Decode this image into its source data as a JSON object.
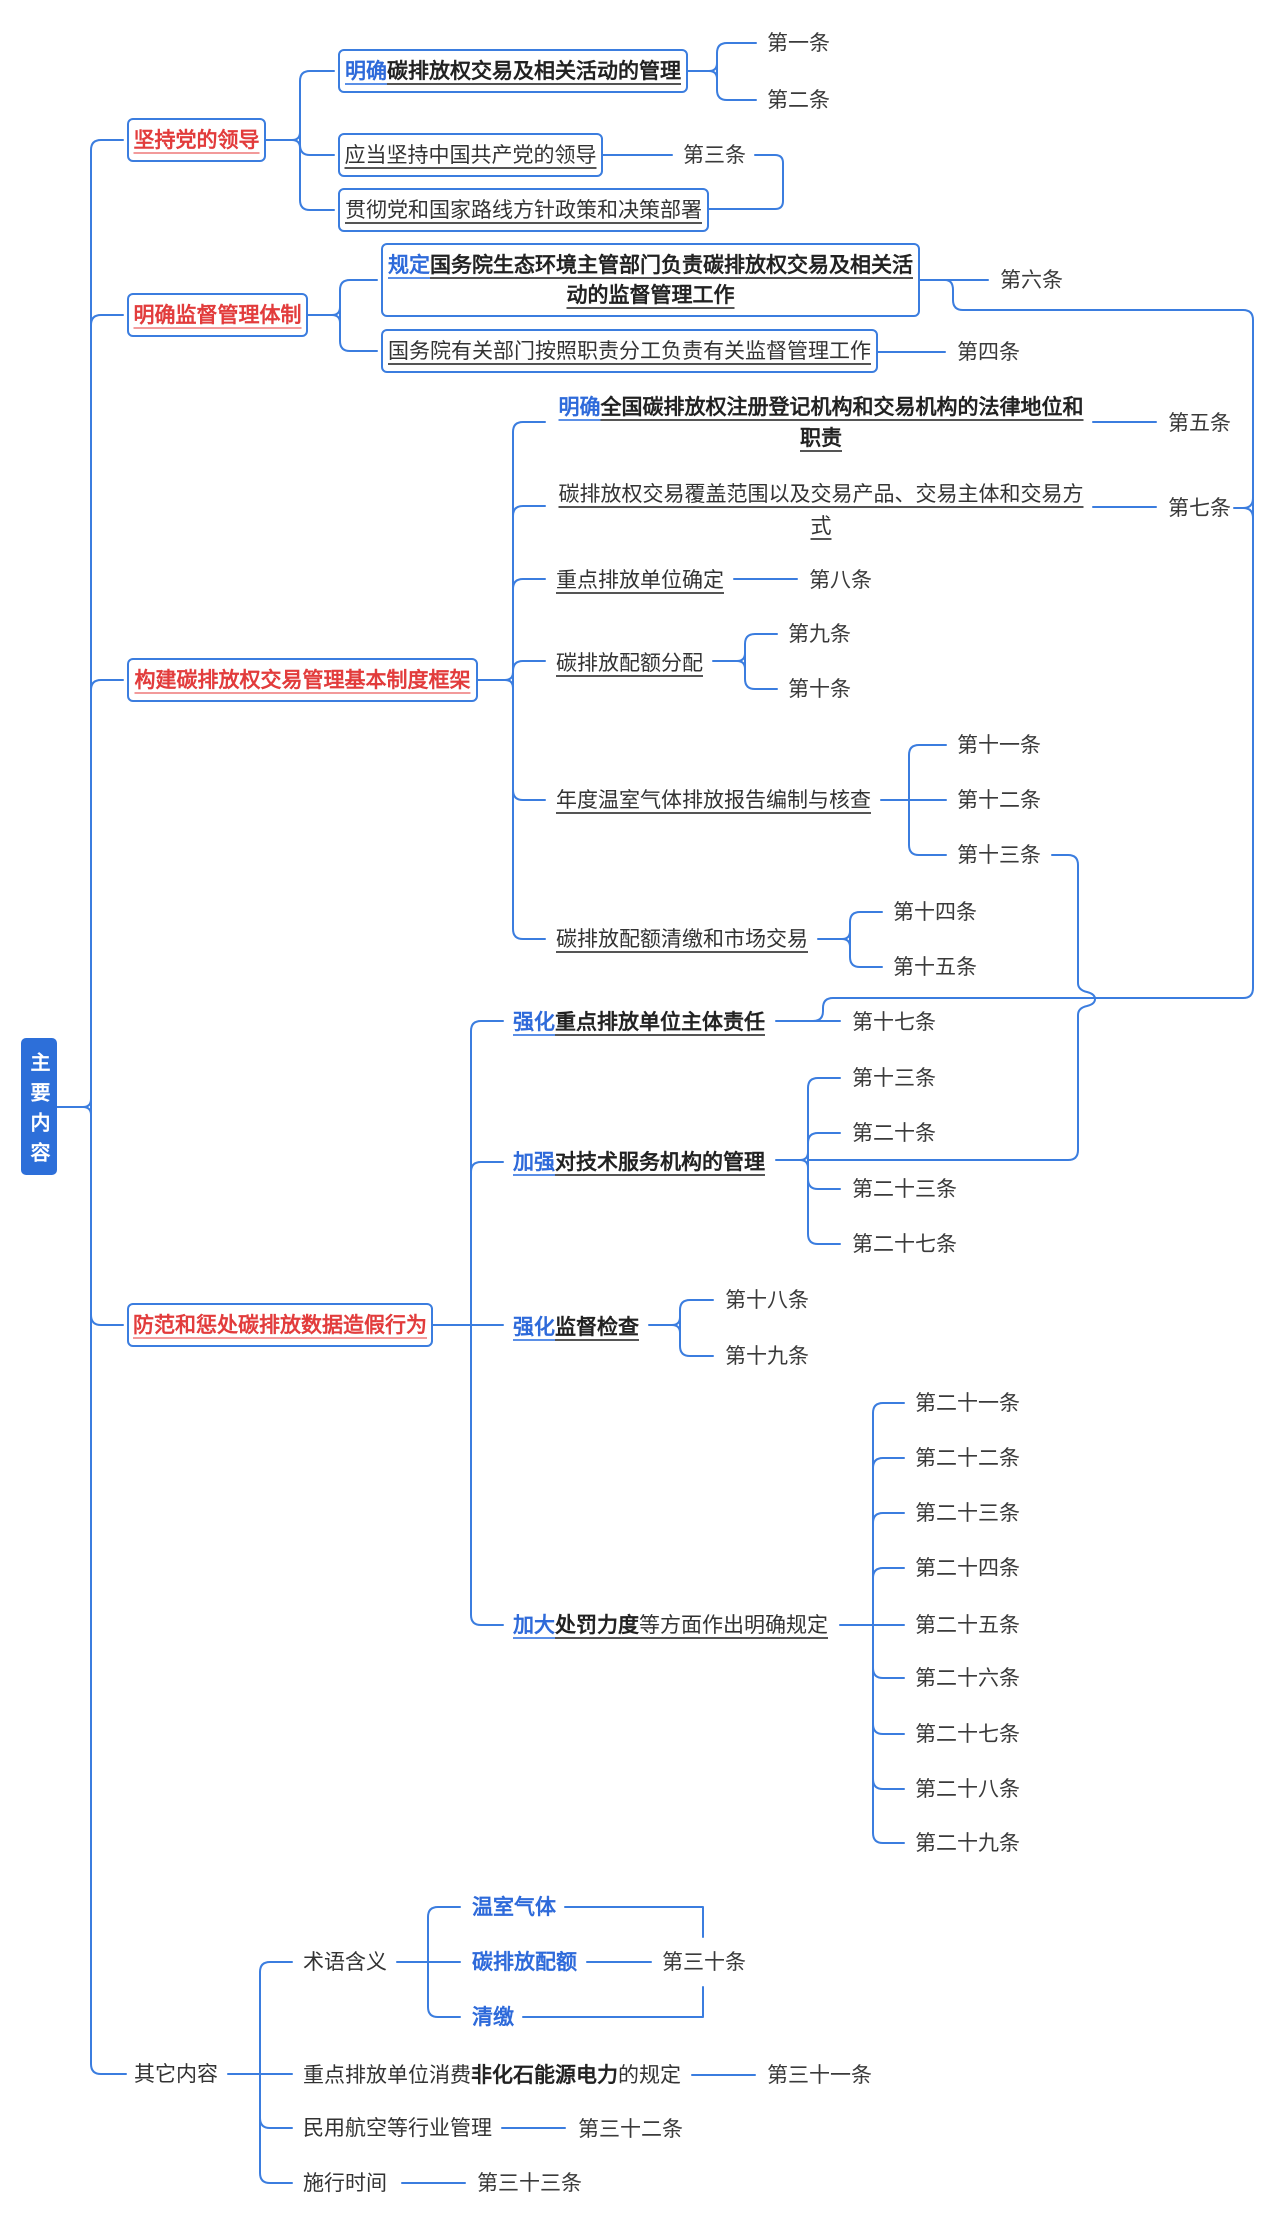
{
  "root": {
    "label": "主要内容"
  },
  "colors": {
    "root_fill": "#2d6fd9",
    "connector": "#3b7ddf",
    "section_title": "#e23c3c",
    "keyword": "#2e6ada",
    "text": "#333333"
  },
  "sections": [
    {
      "title": "坚持党的领导",
      "items": [
        {
          "keyword": "明确",
          "text": "碳排放权交易及相关活动的管理",
          "articles": [
            "第一条",
            "第二条"
          ]
        },
        {
          "text": "应当坚持中国共产党的领导",
          "articles": [
            "第三条"
          ]
        },
        {
          "text": "贯彻党和国家路线方针政策和决策部署",
          "articles": []
        }
      ]
    },
    {
      "title": "明确监督管理体制",
      "items": [
        {
          "keyword": "规定",
          "text": "国务院生态环境主管部门负责碳排放权交易及相关活动的监督管理工作",
          "articles": [
            "第六条"
          ]
        },
        {
          "text": "国务院有关部门按照职责分工负责有关监督管理工作",
          "articles": [
            "第四条"
          ]
        }
      ]
    },
    {
      "title": "构建碳排放权交易管理基本制度框架",
      "items": [
        {
          "keyword": "明确",
          "text": "全国碳排放权注册登记机构和交易机构的法律地位和职责",
          "articles": [
            "第五条"
          ]
        },
        {
          "text": "碳排放权交易覆盖范围以及交易产品、交易主体和交易方式",
          "articles": [
            "第七条"
          ]
        },
        {
          "text": "重点排放单位确定",
          "articles": [
            "第八条"
          ]
        },
        {
          "text": "碳排放配额分配",
          "articles": [
            "第九条",
            "第十条"
          ]
        },
        {
          "text": "年度温室气体排放报告编制与核查",
          "articles": [
            "第十一条",
            "第十二条",
            "第十三条"
          ]
        },
        {
          "text": "碳排放配额清缴和市场交易",
          "articles": [
            "第十四条",
            "第十五条"
          ]
        }
      ]
    },
    {
      "title": "防范和惩处碳排放数据造假行为",
      "items": [
        {
          "keyword": "强化",
          "text": "重点排放单位主体责任",
          "articles": [
            "第十七条"
          ]
        },
        {
          "keyword": "加强",
          "text": "对技术服务机构的管理",
          "articles": [
            "第十三条",
            "第二十条",
            "第二十三条",
            "第二十七条"
          ]
        },
        {
          "keyword": "强化",
          "text": "监督检查",
          "articles": [
            "第十八条",
            "第十九条"
          ]
        },
        {
          "keyword": "加大",
          "emphasis": "处罚力度",
          "text": "等方面作出明确规定",
          "articles": [
            "第二十一条",
            "第二十二条",
            "第二十三条",
            "第二十四条",
            "第二十五条",
            "第二十六条",
            "第二十七条",
            "第二十八条",
            "第二十九条"
          ]
        }
      ]
    },
    {
      "title": "其它内容",
      "items": [
        {
          "text": "术语含义",
          "terms": [
            "温室气体",
            "碳排放配额",
            "清缴"
          ],
          "articles": [
            "第三十条"
          ]
        },
        {
          "text": "重点排放单位消费",
          "emphasis": "非化石能源电力",
          "suffix": "的规定",
          "articles": [
            "第三十一条"
          ]
        },
        {
          "text": "民用航空等行业管理",
          "articles": [
            "第三十二条"
          ]
        },
        {
          "text": "施行时间",
          "articles": [
            "第三十三条"
          ]
        }
      ]
    }
  ]
}
